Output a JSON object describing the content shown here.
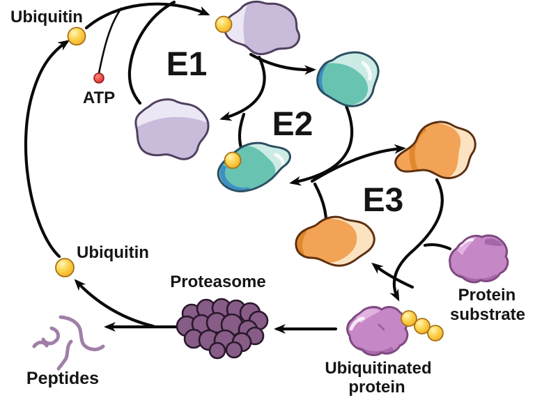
{
  "labels": {
    "ubiquitin_top": "Ubiquitin",
    "atp": "ATP",
    "e1": "E1",
    "e2": "E2",
    "e3": "E3",
    "ubiquitin_recycled": "Ubiquitin",
    "proteasome": "Proteasome",
    "peptides": "Peptides",
    "protein_substrate": [
      "Protein",
      "substrate"
    ],
    "ubiquitinated_protein": [
      "Ubiquitinated",
      "protein"
    ]
  },
  "colors": {
    "background": "#ffffff",
    "arrow": "#0a0a0a",
    "text": "#151515",
    "e1_lavender": "#c9bcda",
    "e1_lavender_light": "#ece7f4",
    "e1_outline": "#51405f",
    "e2_teal": "#69c3b1",
    "e2_teal_light": "#cdebe5",
    "e2_teal_band": "#3e8fc2",
    "e2_outline": "#2b4f62",
    "e3_orange": "#f2a356",
    "e3_orange_light": "#fbe3c2",
    "e3_orange_shade": "#e0882f",
    "e3_outline": "#5d2f10",
    "orchid": "#c687c6",
    "orchid_light": "#e3b8e3",
    "orchid_shade": "#9e5fa0",
    "orchid_outline": "#7e4a80",
    "proteasome_fill": "#875d87",
    "proteasome_outline": "#2a182c",
    "peptide": "#9f7fa8",
    "ubiquitin_hi": "#fff4b6",
    "ubiquitin_mid": "#fcd34d",
    "ubiquitin_edge": "#efa31d",
    "ubiquitin_outline": "#a87113",
    "atp_hi": "#ff8a7a",
    "atp_red": "#d92323",
    "atp_outline": "#8f1414",
    "gloss_white": "#ffffff"
  }
}
